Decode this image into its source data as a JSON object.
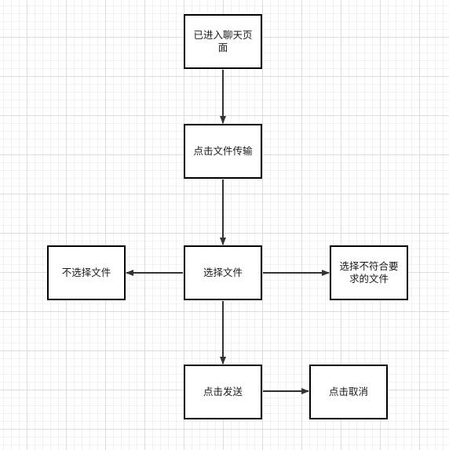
{
  "nodes": {
    "chat_page": {
      "line1": "已进入聊天页",
      "line2": "面"
    },
    "click_transfer": "点击文件传输",
    "select_file": "选择文件",
    "no_select": "不选择文件",
    "invalid_file": {
      "line1": "选择不符合要",
      "line2": "求的文件"
    },
    "click_send": "点击发送",
    "click_cancel": "点击取消"
  },
  "colors": {
    "border": "#000000",
    "arrow": "#333333",
    "grid": "#dcdcdc"
  },
  "edges": [
    {
      "from": "chat_page",
      "to": "click_transfer"
    },
    {
      "from": "click_transfer",
      "to": "select_file"
    },
    {
      "from": "select_file",
      "to": "no_select"
    },
    {
      "from": "select_file",
      "to": "invalid_file"
    },
    {
      "from": "select_file",
      "to": "click_send"
    },
    {
      "from": "click_send",
      "to": "click_cancel"
    }
  ]
}
